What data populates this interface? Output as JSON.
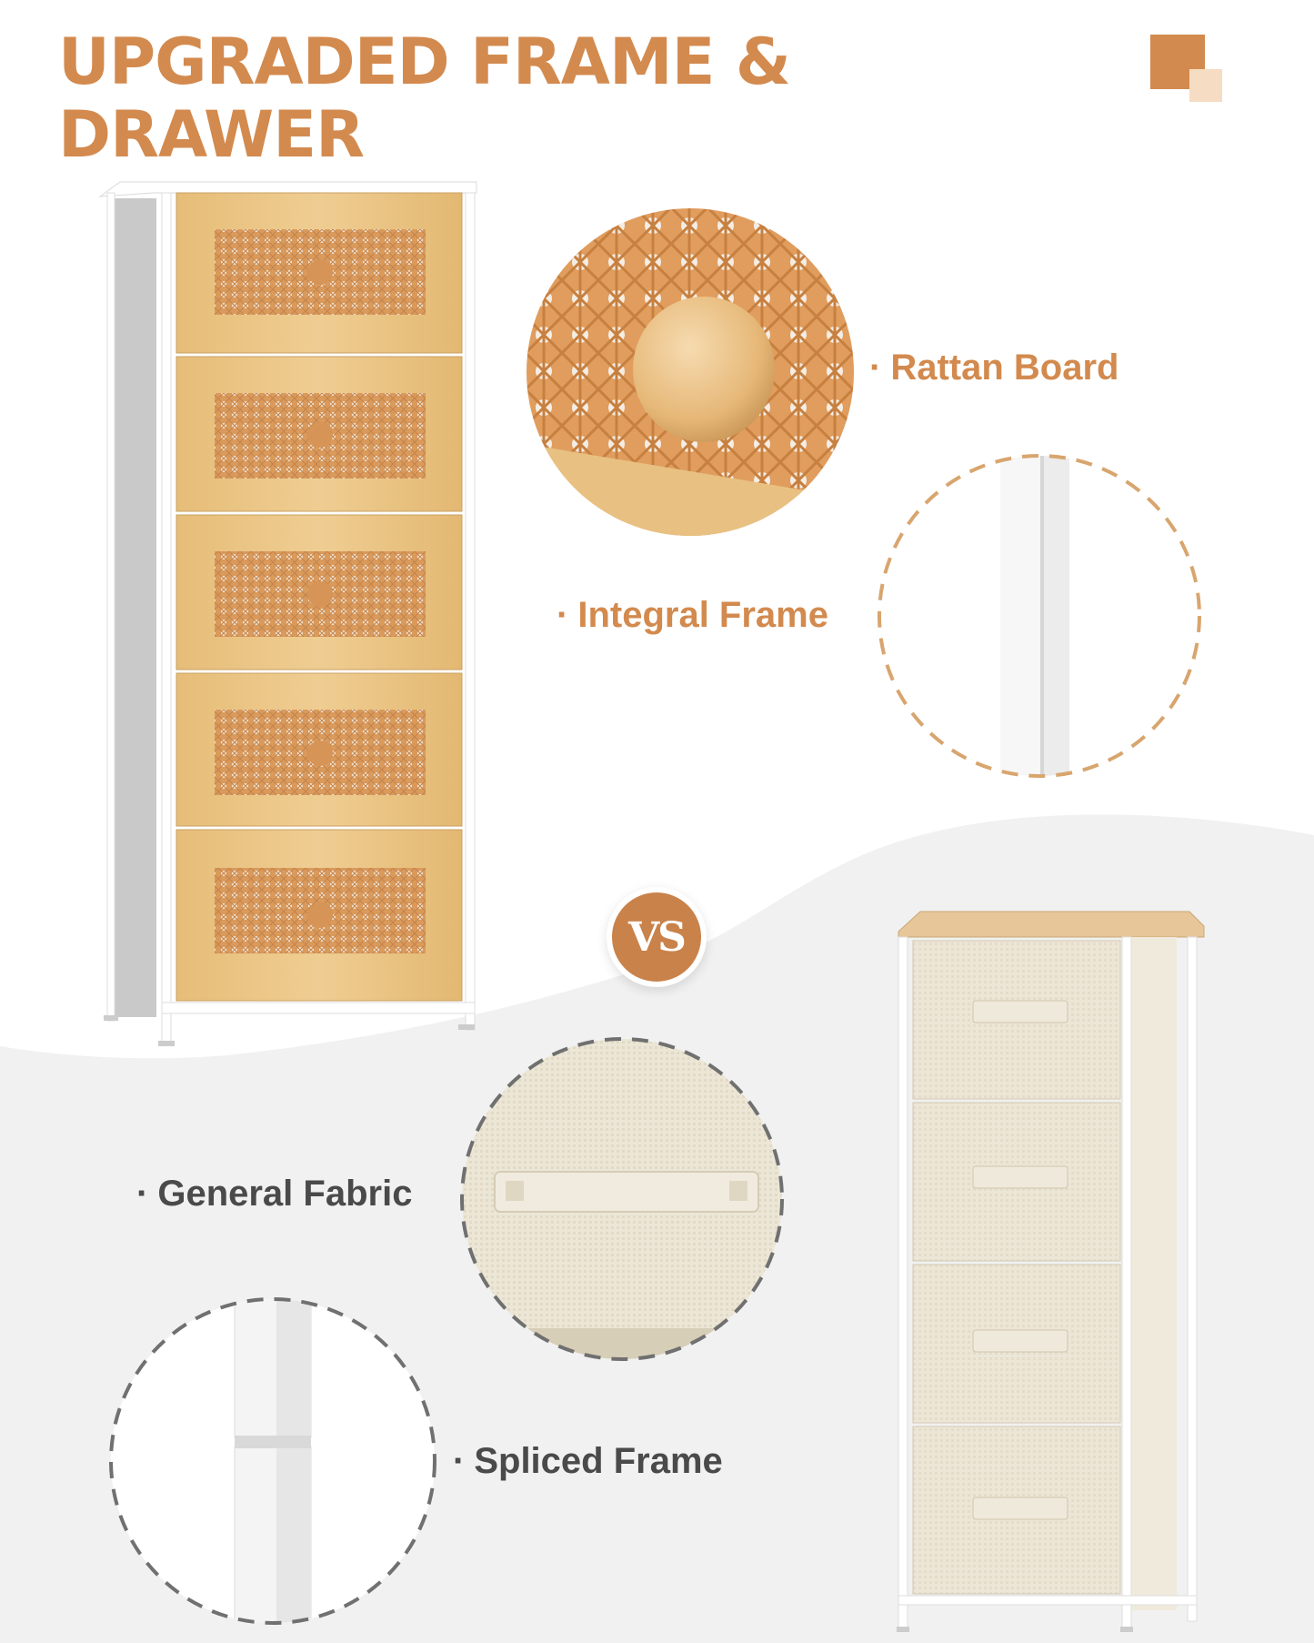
{
  "headline": {
    "line1": "UPGRADED FRAME &",
    "line2": "DRAWER"
  },
  "features": {
    "rattan_board": "Rattan Board",
    "integral_frame": "Integral Frame",
    "general_fabric": "General Fabric",
    "spliced_frame": "Spliced Frame",
    "bullet": "·"
  },
  "badge": {
    "vs": "VS"
  },
  "colors": {
    "accent": "#d38a4e",
    "accent_light": "#f6dcc2",
    "dark_text": "#4a4a4a",
    "wood": "#e8c382",
    "fabric": "#ece6d6",
    "frame_white": "#ffffff"
  },
  "icons": {
    "corner_mark": "two-squares-mark",
    "rattan_closeup": "rattan-knob-closeup",
    "integral_closeup": "integral-frame-closeup",
    "fabric_closeup": "fabric-handle-closeup",
    "spliced_closeup": "spliced-frame-closeup"
  }
}
